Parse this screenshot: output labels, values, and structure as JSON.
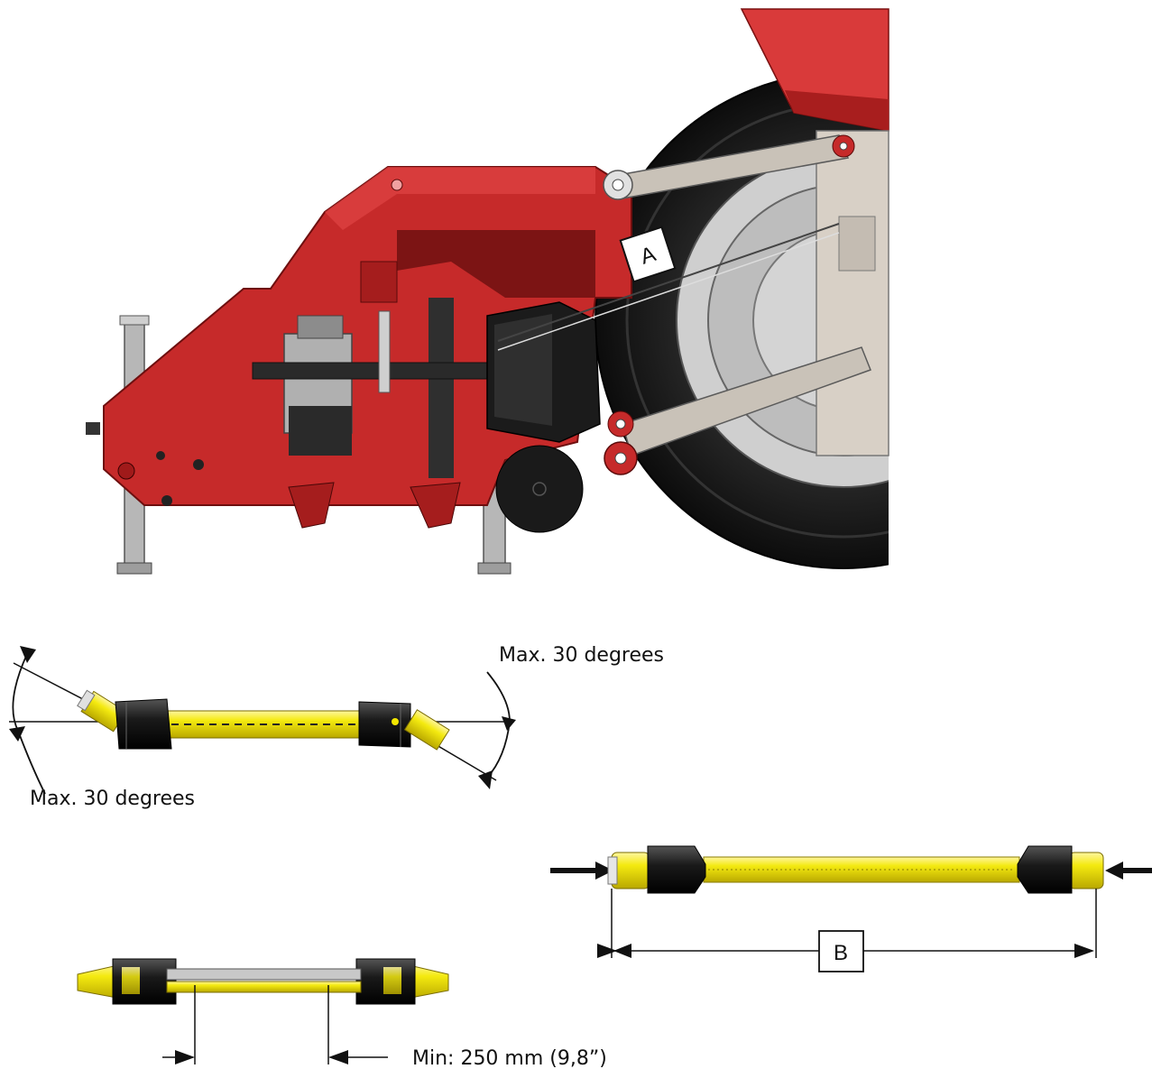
{
  "labels": {
    "callout_a": "A",
    "callout_b": "B",
    "angle_top": "Max. 30 degrees",
    "angle_bottom": "Max. 30 degrees",
    "min_length": "Min: 250 mm (9,8”)"
  },
  "colors": {
    "frame_red": "#c62a2a",
    "shaft_yellow": "#f2e600",
    "guard_black": "#1c1c1c",
    "tire_black": "#141414",
    "steel_grey": "#b9b4ad"
  }
}
